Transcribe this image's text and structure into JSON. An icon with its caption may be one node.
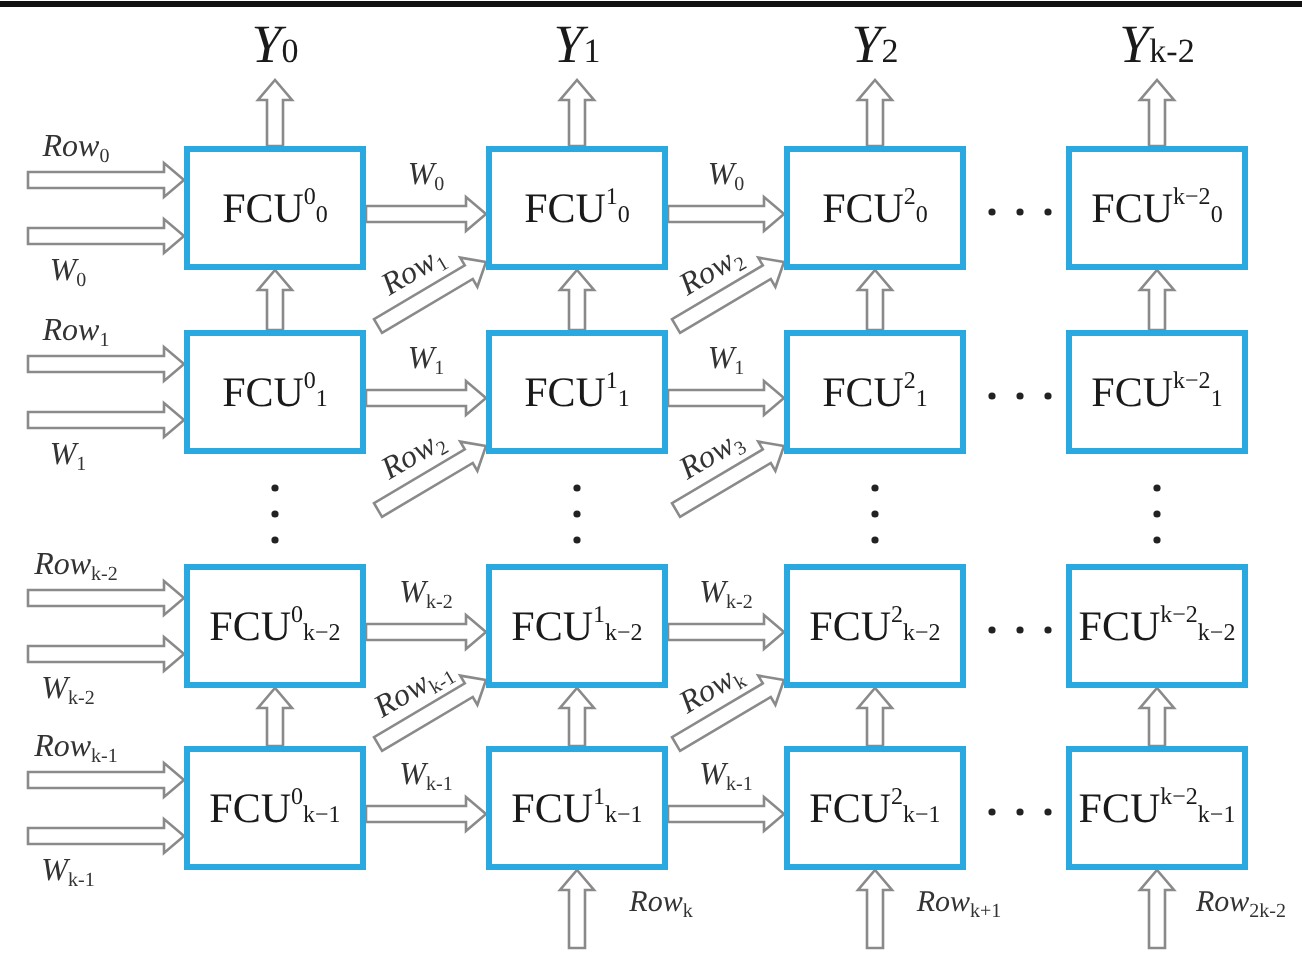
{
  "diagram": {
    "nodes": [
      {
        "text": [
          "Y$_{0}$"
        ]
      },
      {
        "text": [
          "Y$_{1}$"
        ]
      },
      {
        "text": [
          "Y$_{2}$"
        ]
      },
      {
        "text": [
          "Y$_{k-2}$"
        ]
      },
      {
        "text": [
          "FCU$^{0}$$_{0}$"
        ]
      },
      {
        "text": [
          "FCU$^{1}$$_{0}$"
        ]
      },
      {
        "text": [
          "FCU$^{2}$$_{0}$"
        ]
      },
      {
        "text": [
          "FCU$^{k−2}$$_{0}$"
        ]
      },
      {
        "text": [
          "FCU$^{0}$$_{1}$"
        ]
      },
      {
        "text": [
          "FCU$^{1}$$_{1}$"
        ]
      },
      {
        "text": [
          "FCU$^{2}$$_{1}$"
        ]
      },
      {
        "text": [
          "FCU$^{k−2}$$_{1}$"
        ]
      },
      {
        "text": [
          "FCU$^{0}$$_{k−2}$"
        ]
      },
      {
        "text": [
          "FCU$^{1}$$_{k−2}$"
        ]
      },
      {
        "text": [
          "FCU$^{2}$$_{k−2}$"
        ]
      },
      {
        "text": [
          "FCU$^{k−2}$$_{k−2}$"
        ]
      },
      {
        "text": [
          "FCU$^{0}$$_{k−1}$"
        ]
      },
      {
        "text": [
          "FCU$^{1}$$_{k−1}$"
        ]
      },
      {
        "text": [
          "FCU$^{2}$$_{k−1}$"
        ]
      },
      {
        "text": [
          "FCU$^{k−2}$$_{k−1}$"
        ]
      }
    ],
    "edges": [
      {
        "from": null,
        "to": 4,
        "arrow": "to",
        "label": "Row$_{0}$"
      },
      {
        "from": null,
        "to": 4,
        "arrow": "to",
        "label": "W$_{0}$"
      },
      {
        "from": null,
        "to": 8,
        "arrow": "to",
        "label": "Row$_{1}$"
      },
      {
        "from": null,
        "to": 8,
        "arrow": "to",
        "label": "W$_{1}$"
      },
      {
        "from": null,
        "to": 12,
        "arrow": "to",
        "label": "Row$_{k-2}$"
      },
      {
        "from": null,
        "to": 12,
        "arrow": "to",
        "label": "W$_{k-2}$"
      },
      {
        "from": null,
        "to": 16,
        "arrow": "to",
        "label": "Row$_{k-1}$"
      },
      {
        "from": null,
        "to": 16,
        "arrow": "to",
        "label": "W$_{k-1}$"
      },
      {
        "from": 4,
        "to": 0,
        "arrow": "to"
      },
      {
        "from": 5,
        "to": 1,
        "arrow": "to"
      },
      {
        "from": 6,
        "to": 2,
        "arrow": "to"
      },
      {
        "from": 7,
        "to": 3,
        "arrow": "to"
      },
      {
        "from": 4,
        "to": 5,
        "arrow": "to",
        "label": "W$_{0}$"
      },
      {
        "from": 5,
        "to": 6,
        "arrow": "to",
        "label": "W$_{0}$"
      },
      {
        "from": 8,
        "to": 9,
        "arrow": "to",
        "label": "W$_{1}$"
      },
      {
        "from": 9,
        "to": 10,
        "arrow": "to",
        "label": "W$_{1}$"
      },
      {
        "from": 12,
        "to": 13,
        "arrow": "to",
        "label": "W$_{k-2}$"
      },
      {
        "from": 13,
        "to": 14,
        "arrow": "to",
        "label": "W$_{k-2}$"
      },
      {
        "from": 16,
        "to": 17,
        "arrow": "to",
        "label": "W$_{k-1}$"
      },
      {
        "from": 17,
        "to": 18,
        "arrow": "to",
        "label": "W$_{k-1}$"
      },
      {
        "from": null,
        "to": 5,
        "arrow": "to",
        "label": "Row$_{1}$"
      },
      {
        "from": null,
        "to": 6,
        "arrow": "to",
        "label": "Row$_{2}$"
      },
      {
        "from": null,
        "to": 9,
        "arrow": "to",
        "label": "Row$_{2}$"
      },
      {
        "from": null,
        "to": 10,
        "arrow": "to",
        "label": "Row$_{3}$"
      },
      {
        "from": null,
        "to": 13,
        "arrow": "to",
        "label": "Row$_{k-1}$"
      },
      {
        "from": null,
        "to": 14,
        "arrow": "to",
        "label": "Row$_{k}$"
      },
      {
        "from": 8,
        "to": 4,
        "arrow": "to"
      },
      {
        "from": 9,
        "to": 5,
        "arrow": "to"
      },
      {
        "from": 10,
        "to": 6,
        "arrow": "to"
      },
      {
        "from": 11,
        "to": 7,
        "arrow": "to"
      },
      {
        "from": 16,
        "to": 12,
        "arrow": "to"
      },
      {
        "from": 17,
        "to": 13,
        "arrow": "to"
      },
      {
        "from": 18,
        "to": 14,
        "arrow": "to"
      },
      {
        "from": 19,
        "to": 15,
        "arrow": "to"
      },
      {
        "from": null,
        "to": 17,
        "arrow": "to",
        "label": "Row$_{k}$"
      },
      {
        "from": null,
        "to": 18,
        "arrow": "to",
        "label": "Row$_{k+1}$"
      },
      {
        "from": null,
        "to": 19,
        "arrow": "to",
        "label": "Row$_{2k-2}$"
      }
    ]
  }
}
